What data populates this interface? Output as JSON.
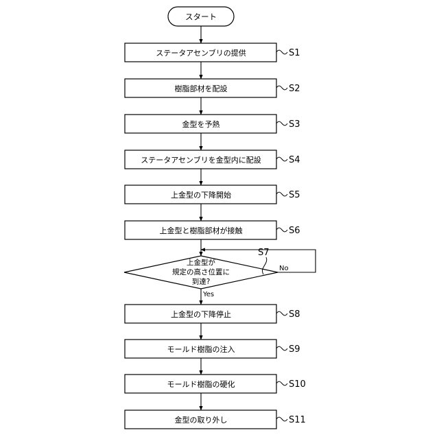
{
  "flowchart": {
    "start": "スタート",
    "steps": [
      {
        "label": "ステータアセンブリの提供",
        "id": "S1"
      },
      {
        "label": "樹脂部材を配設",
        "id": "S2"
      },
      {
        "label": "金型を予熱",
        "id": "S3"
      },
      {
        "label": "ステータアセンブリを金型内に配設",
        "id": "S4"
      },
      {
        "label": "上金型の下降開始",
        "id": "S5"
      },
      {
        "label": "上金型と樹脂部材が接触",
        "id": "S6"
      },
      {
        "label": "上金型の下降停止",
        "id": "S8"
      },
      {
        "label": "モールド樹脂の注入",
        "id": "S9"
      },
      {
        "label": "モールド樹脂の硬化",
        "id": "S10"
      },
      {
        "label": "金型の取り外し",
        "id": "S11"
      }
    ],
    "decision": {
      "lines": [
        "上金型が",
        "規定の高さ位置に",
        "到達?"
      ],
      "id": "S7",
      "yes": "Yes",
      "no": "No"
    }
  }
}
